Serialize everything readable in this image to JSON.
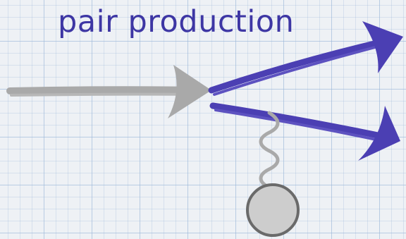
{
  "diagram": {
    "title": "pair production",
    "colors": {
      "photon": "#a9a9a9",
      "particle": "#4b3fb3",
      "nucleus_fill": "#cdcdcd",
      "nucleus_stroke": "#6a6a6a",
      "title": "#3d36a4"
    },
    "elements": [
      "incoming-photon-arrow",
      "electron-arrow",
      "positron-arrow",
      "virtual-photon-wiggle",
      "nucleus-circle"
    ]
  }
}
